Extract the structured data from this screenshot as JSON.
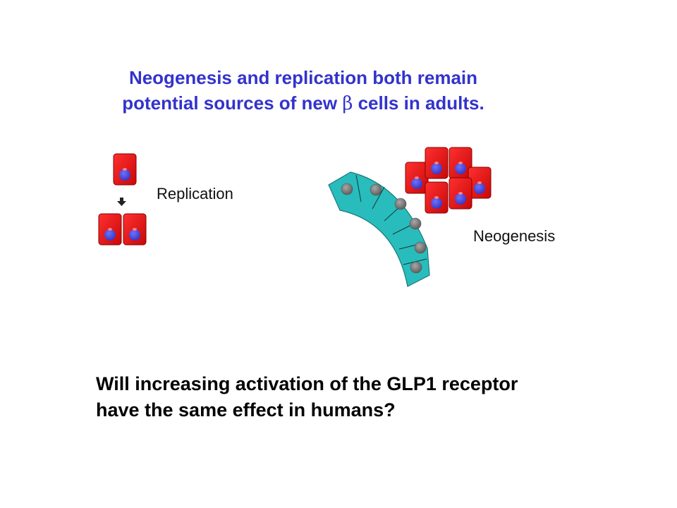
{
  "title": {
    "line1": "Neogenesis and replication both remain",
    "line2_before": "potential sources of new ",
    "beta": "β",
    "line2_after": " cells in adults."
  },
  "labels": {
    "replication": "Replication",
    "neogenesis": "Neogenesis"
  },
  "question": {
    "line1": "Will increasing activation of the GLP1 receptor",
    "line2": "have the same effect in humans?"
  },
  "colors": {
    "title": "#3333cc",
    "beta_cell": "#e01010",
    "nucleus": "#4a4ad6",
    "duct_cell": "#29bcbc",
    "duct_nucleus": "#7a7a7a"
  }
}
